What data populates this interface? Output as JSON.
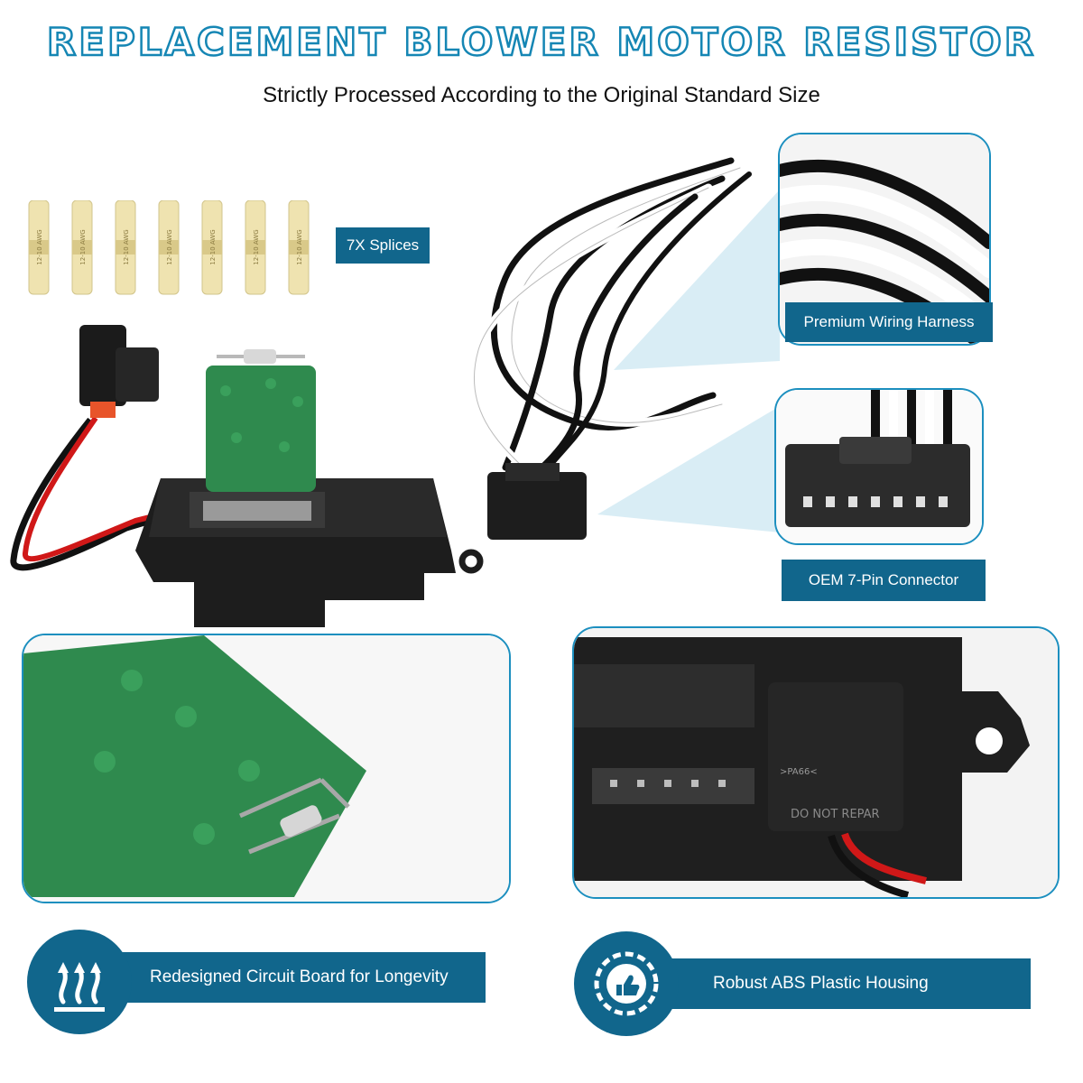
{
  "header": {
    "title": "REPLACEMENT BLOWER MOTOR RESISTOR",
    "subtitle": "Strictly Processed According to the Original Standard Size"
  },
  "labels": {
    "splices": "7X Splices",
    "harness": "Premium Wiring Harness",
    "connector": "OEM 7-Pin Connector"
  },
  "splice_print": "12-10 AWG",
  "part_marks": {
    "material": ">PA66<",
    "warning": "DO NOT REPAR"
  },
  "features": [
    {
      "icon": "heat-waves-icon",
      "text": "Redesigned Circuit Board for Longevity"
    },
    {
      "icon": "thumbs-up-badge-icon",
      "text": "Robust ABS Plastic Housing"
    }
  ],
  "colors": {
    "accent": "#11668c",
    "frame": "#1c8fbf",
    "resistor_green": "#2f8a4e"
  }
}
